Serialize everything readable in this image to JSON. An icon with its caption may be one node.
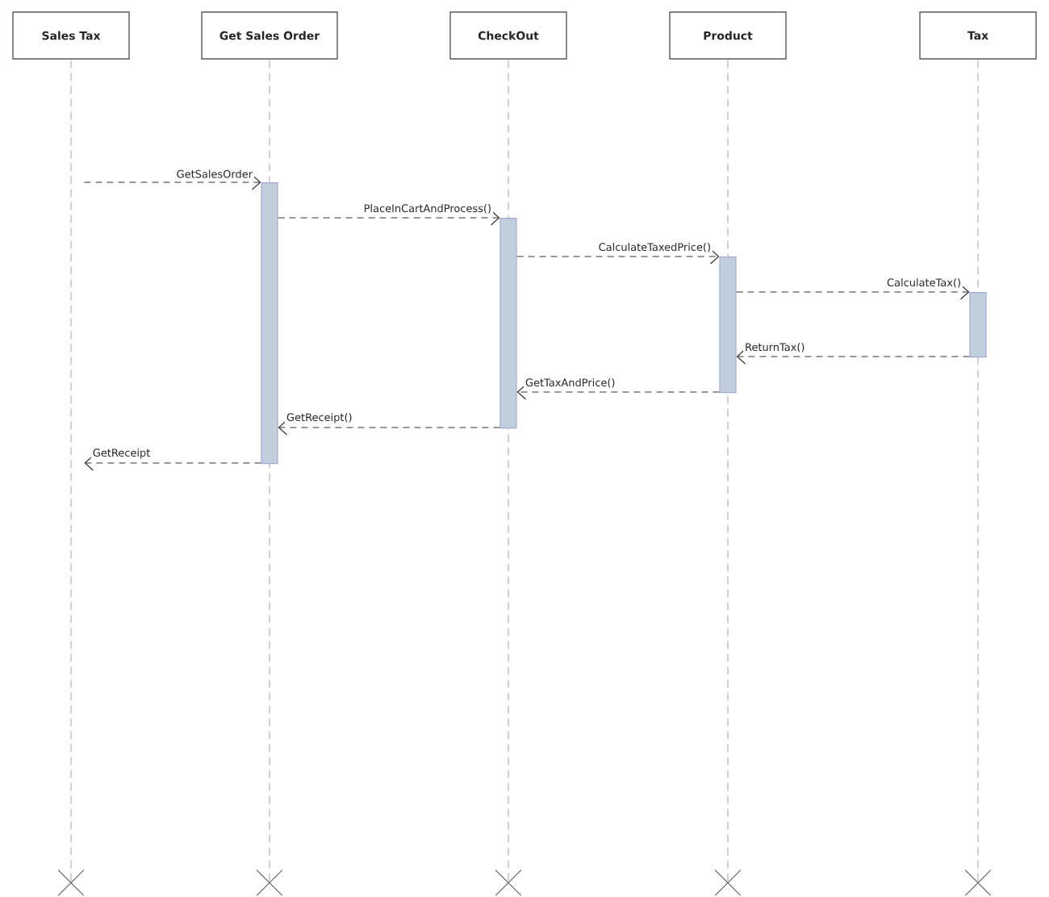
{
  "diagram": {
    "nodes": [
      {
        "text": [
          "Sales Tax"
        ]
      },
      {
        "text": [
          "Get Sales Order"
        ]
      },
      {
        "text": [
          "CheckOut"
        ]
      },
      {
        "text": [
          "Product"
        ]
      },
      {
        "text": [
          "Tax"
        ]
      },
      {
        "text": [],
        "shape": "bar",
        "in": 10
      },
      {
        "text": [],
        "shape": "bar",
        "in": 11
      },
      {
        "text": [],
        "shape": "bar",
        "in": 12
      },
      {
        "text": [],
        "shape": "bar",
        "in": 13
      },
      {
        "text": [],
        "shape": "line"
      },
      {
        "text": [],
        "shape": "line"
      },
      {
        "text": [],
        "shape": "line"
      },
      {
        "text": [],
        "shape": "line"
      },
      {
        "text": [],
        "shape": "line"
      }
    ],
    "edges": [
      {
        "from": 9,
        "to": 5,
        "arrow": "to",
        "label": "GetSalesOrder",
        "style": "dashed"
      },
      {
        "from": 5,
        "to": 6,
        "arrow": "to",
        "label": "PlaceInCartAndProcess()",
        "style": "dashed"
      },
      {
        "from": 6,
        "to": 7,
        "arrow": "to",
        "label": "CalculateTaxedPrice()",
        "style": "dashed"
      },
      {
        "from": 7,
        "to": 8,
        "arrow": "to",
        "label": "CalculateTax()",
        "style": "dashed"
      },
      {
        "from": 8,
        "to": 7,
        "arrow": "to",
        "label": "ReturnTax()",
        "style": "dashed"
      },
      {
        "from": 7,
        "to": 6,
        "arrow": "to",
        "label": "GetTaxAndPrice()",
        "style": "dashed"
      },
      {
        "from": 6,
        "to": 5,
        "arrow": "to",
        "label": "GetReceipt()",
        "style": "dashed"
      },
      {
        "from": 5,
        "to": 9,
        "arrow": "to",
        "label": "GetReceipt",
        "style": "dashed"
      }
    ]
  }
}
